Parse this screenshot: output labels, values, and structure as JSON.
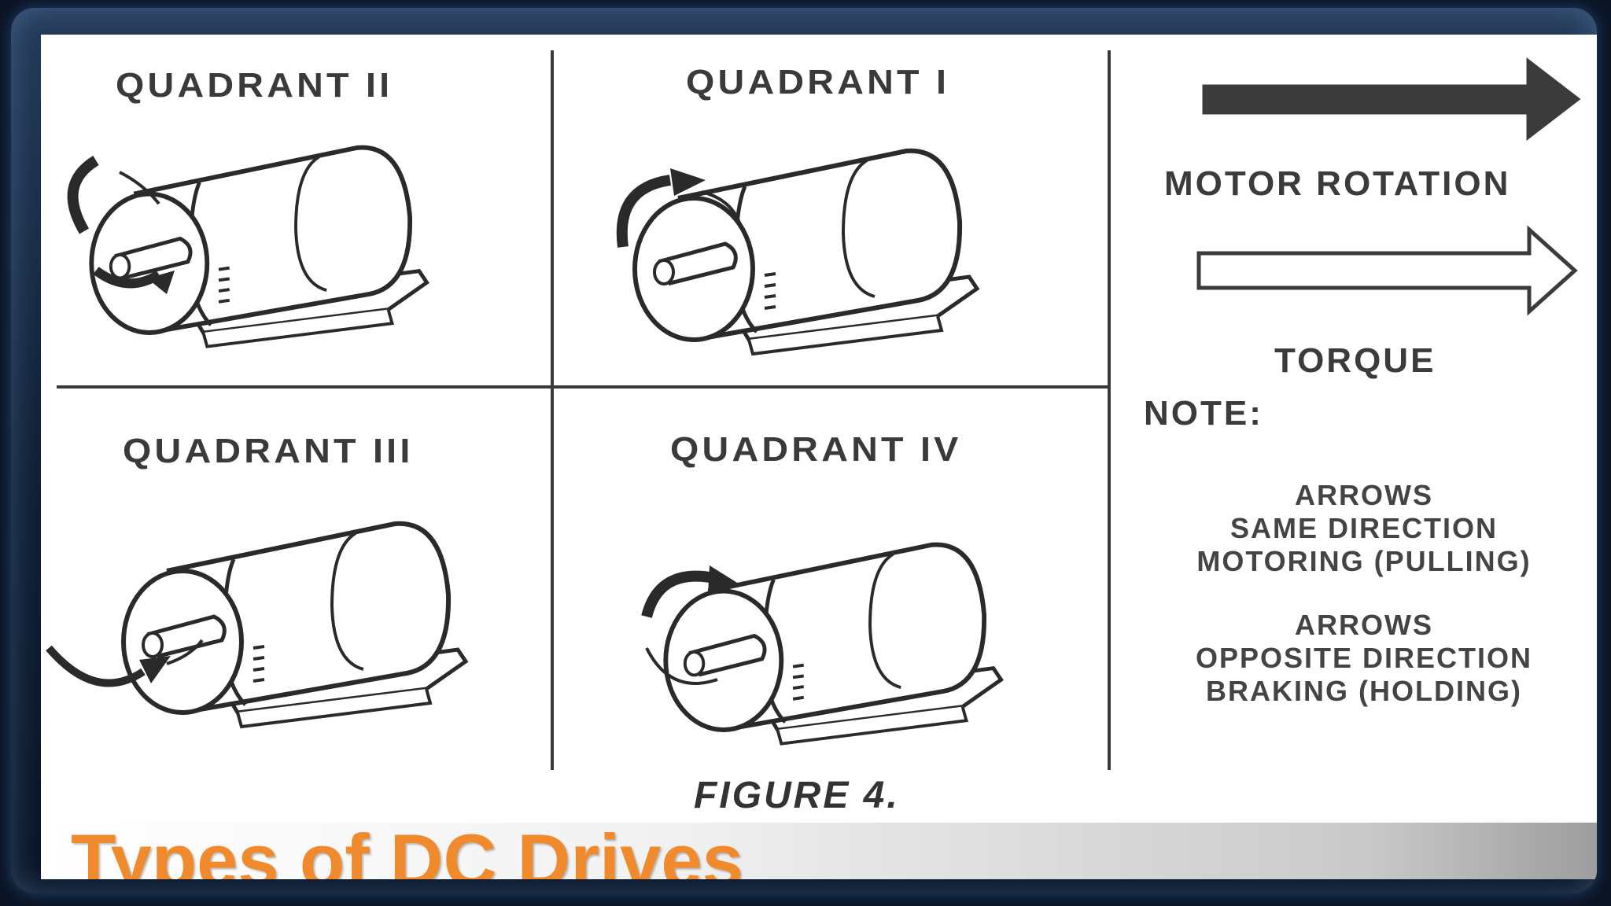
{
  "quadrants": {
    "q2": "QUADRANT II",
    "q1": "QUADRANT I",
    "q3": "QUADRANT III",
    "q4": "QUADRANT IV"
  },
  "legend": {
    "motor_rotation": "MOTOR ROTATION",
    "torque": "TORQUE",
    "note_heading": "NOTE:",
    "same_direction": [
      "ARROWS",
      "SAME DIRECTION",
      "MOTORING (PULLING)"
    ],
    "opposite_direction": [
      "ARROWS",
      "OPPOSITE DIRECTION",
      "BRAKING (HOLDING)"
    ]
  },
  "figure_caption": "FIGURE 4.",
  "slide_title": "Types of DC Drives",
  "colors": {
    "title": "#f08a2c",
    "frame": "#0f1e33",
    "line_art": "#2a2a2a"
  },
  "icons": [
    "motor-rotation-arrow-solid",
    "torque-arrow-outline",
    "dc-motor"
  ]
}
